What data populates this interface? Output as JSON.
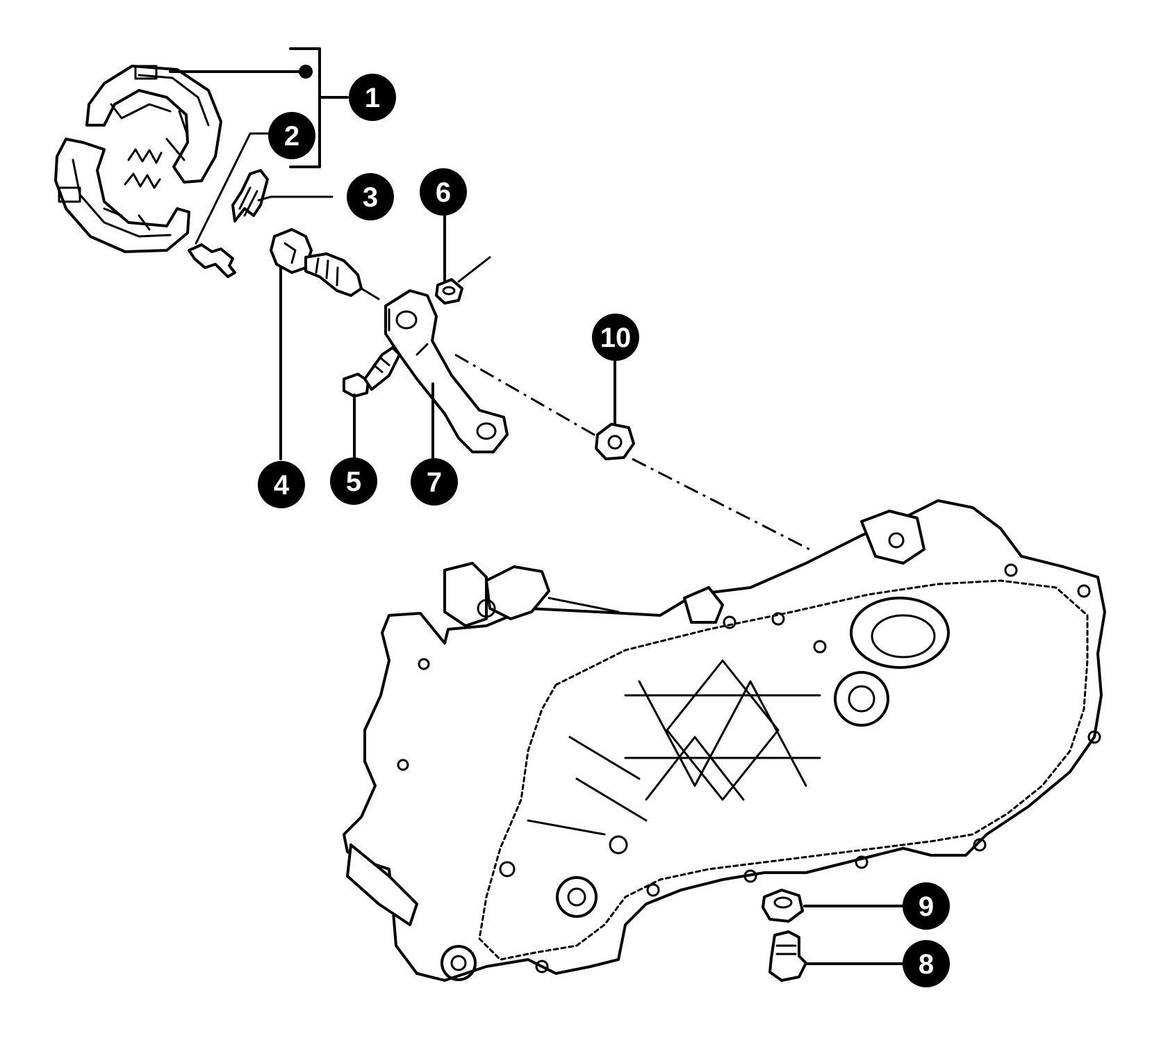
{
  "callouts": [
    {
      "id": "1",
      "label": "1"
    },
    {
      "id": "2",
      "label": "2"
    },
    {
      "id": "3",
      "label": "3"
    },
    {
      "id": "4",
      "label": "4"
    },
    {
      "id": "5",
      "label": "5"
    },
    {
      "id": "6",
      "label": "6"
    },
    {
      "id": "7",
      "label": "7"
    },
    {
      "id": "8",
      "label": "8"
    },
    {
      "id": "9",
      "label": "9"
    },
    {
      "id": "10",
      "label": "10"
    }
  ],
  "colors": {
    "line": "#000000",
    "background": "#ffffff",
    "callout_fill": "#000000",
    "callout_text": "#ffffff"
  }
}
